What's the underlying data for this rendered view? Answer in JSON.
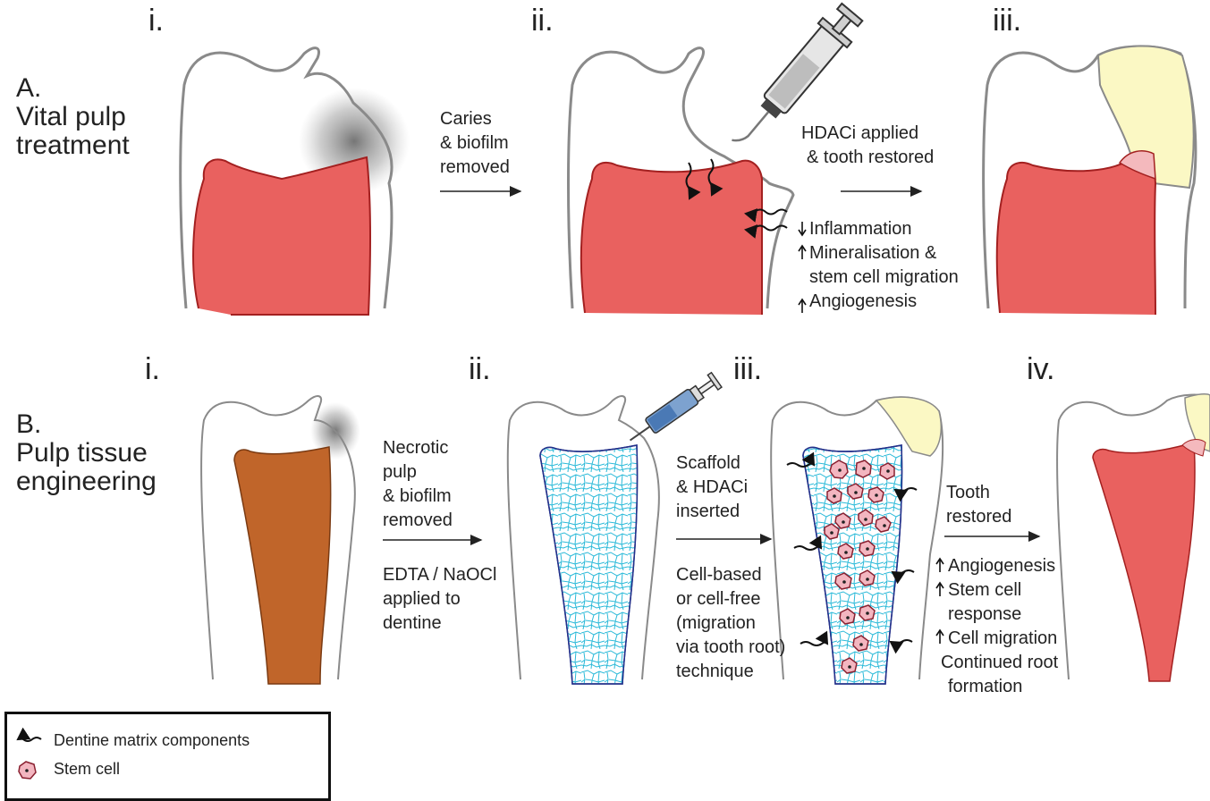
{
  "colors": {
    "pulp": "#e9615f",
    "necrotic": "#c0652a",
    "restoration": "#fbf8c4",
    "scaffold": "#29b9d8",
    "tooth_outline": "#8a8a8a",
    "stem_cell_fill": "#f3b6c0"
  },
  "panel_a": {
    "label": "A.",
    "title_line1": "Vital pulp",
    "title_line2": "treatment",
    "step_i": "i.",
    "step_ii": "ii.",
    "step_iii": "iii.",
    "arrow1_text": [
      "Caries",
      "& biofilm",
      "removed"
    ],
    "arrow2_text": [
      "HDACi applied",
      "& tooth restored"
    ],
    "effects": [
      "Inflammation",
      "Mineralisation &",
      "stem cell migration",
      "Angiogenesis"
    ]
  },
  "panel_b": {
    "label": "B.",
    "title_line1": "Pulp tissue",
    "title_line2": "engineering",
    "step_i": "i.",
    "step_ii": "ii.",
    "step_iii": "iii.",
    "step_iv": "iv.",
    "arrow1_text": [
      "Necrotic",
      "pulp",
      "& biofilm",
      "removed"
    ],
    "arrow1_below": [
      "EDTA / NaOCl",
      "applied to",
      "dentine"
    ],
    "arrow2_text": [
      "Scaffold",
      "& HDACi",
      "inserted"
    ],
    "arrow2_below": [
      "Cell-based",
      "or cell-free",
      "(migration",
      "via tooth root)",
      "technique"
    ],
    "arrow3_text": [
      "Tooth",
      "restored"
    ],
    "effects": [
      "Angiogenesis",
      "Stem cell",
      "response",
      "Cell migration",
      "Continued root",
      "formation"
    ]
  },
  "legend": {
    "item1": "Dentine matrix components",
    "item2": "Stem cell"
  },
  "icons": [
    "syringe-icon",
    "small-syringe-icon",
    "wavy-arrow-icon",
    "stem-cell-icon",
    "up-arrow-icon",
    "down-arrow-icon"
  ]
}
